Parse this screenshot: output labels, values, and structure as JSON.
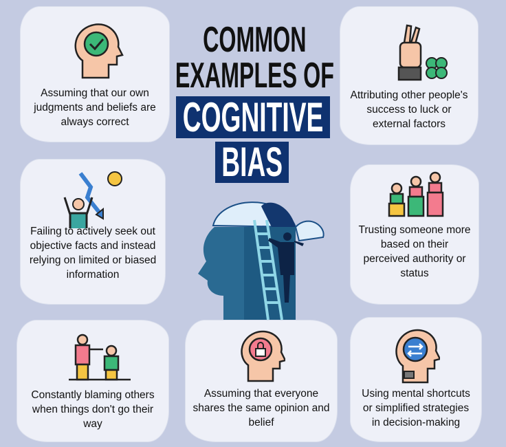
{
  "title": {
    "line1": "COMMON",
    "line2": "EXAMPLES OF",
    "line3": "COGNITIVE",
    "line4": "BIAS"
  },
  "colors": {
    "background": "#c4cbe2",
    "card": "#eef0f8",
    "navy": "#0f3270",
    "teal": "#2a6a92"
  },
  "cards": [
    {
      "icon": "head-checkmark-icon",
      "text": "Assuming that our own judgments and beliefs are always correct"
    },
    {
      "icon": "crossed-fingers-clover-icon",
      "text": "Attributing other people's success to luck or external factors"
    },
    {
      "icon": "person-falling-chart-icon",
      "text": "Failing to actively seek out objective facts and instead relying on limited or biased information"
    },
    {
      "icon": "people-podium-icon",
      "text": "Trusting someone more based on their perceived authority or status"
    },
    {
      "icon": "person-pointing-blame-icon",
      "text": "Constantly blaming others when things don't go their way"
    },
    {
      "icon": "head-lock-icon",
      "text": "Assuming that everyone shares the same opinion and belief"
    },
    {
      "icon": "head-arrows-icon",
      "text": "Using mental shortcuts or simplified strategies in decision-making"
    }
  ],
  "center_image": "head-brain-ladder-icon"
}
